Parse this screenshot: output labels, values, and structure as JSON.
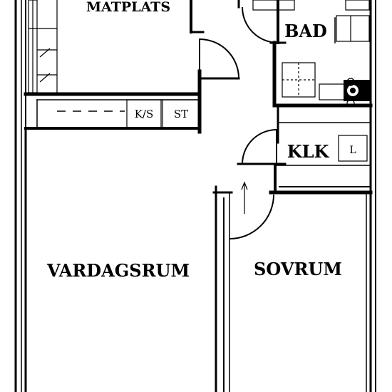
{
  "rooms": {
    "matplats": "MATPLATS",
    "bad": "BAD",
    "klk": "KLK",
    "vardagsrum": "VARDAGSRUM",
    "sovrum": "SOVRUM"
  },
  "fixtures": {
    "kyl_frys": "K/S",
    "spis": "ST",
    "linen": "L"
  }
}
